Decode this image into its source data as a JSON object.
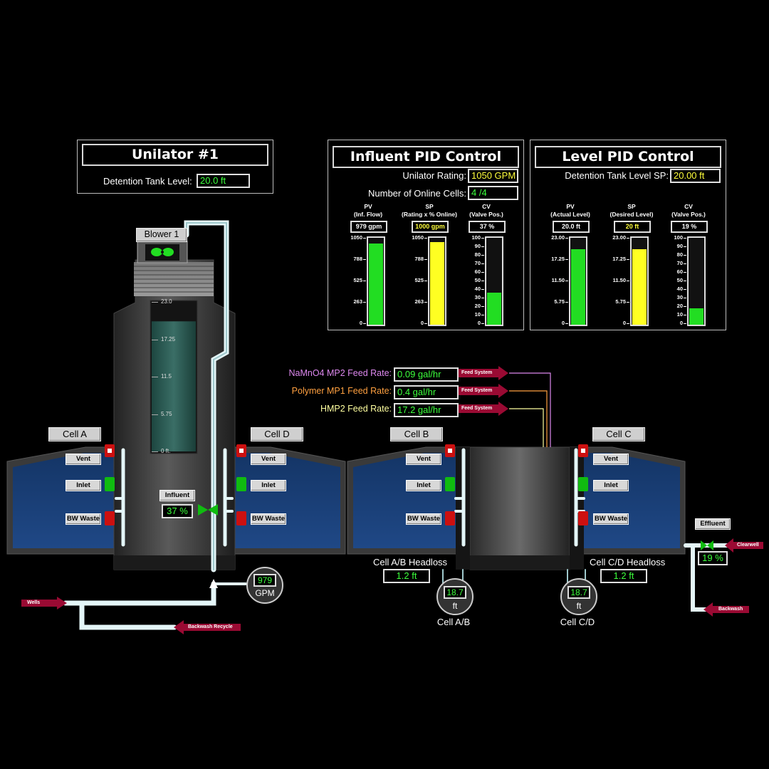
{
  "unilator": {
    "title": "Unilator #1",
    "detention_label": "Detention Tank Level:",
    "detention_value": "20.0 ft"
  },
  "influent_pid": {
    "title": "Influent PID Control",
    "rating_label": "Unilator Rating:",
    "rating_value": "1050 GPM",
    "cells_label": "Number of Online Cells:",
    "cells_value": "4 /4",
    "bars": [
      {
        "h1": "PV",
        "h2": "(Inf. Flow)",
        "value": "979 gpm",
        "ticks": [
          "1050",
          "788",
          "525",
          "263",
          "0"
        ],
        "fill": 0.932,
        "color": "#22dd22"
      },
      {
        "h1": "SP",
        "h2": "(Rating x % Online)",
        "value": "1000 gpm",
        "ticks": [
          "1050",
          "788",
          "525",
          "263",
          "0"
        ],
        "fill": 0.952,
        "color": "#ffff22"
      },
      {
        "h1": "CV",
        "h2": "(Valve Pos.)",
        "value": "37 %",
        "ticks": [
          "100",
          "90",
          "80",
          "70",
          "60",
          "50",
          "40",
          "30",
          "20",
          "10",
          "0"
        ],
        "fill": 0.37,
        "color": "#22dd22"
      }
    ]
  },
  "level_pid": {
    "title": "Level PID Control",
    "sp_label": "Detention Tank Level SP:",
    "sp_value": "20.00 ft",
    "bars": [
      {
        "h1": "PV",
        "h2": "(Actual Level)",
        "value": "20.0 ft",
        "ticks": [
          "23.00",
          "17.25",
          "11.50",
          "5.75",
          "0"
        ],
        "fill": 0.87,
        "color": "#22dd22"
      },
      {
        "h1": "SP",
        "h2": "(Desired Level)",
        "value": "20 ft",
        "ticks": [
          "23.00",
          "17.25",
          "11.50",
          "5.75",
          "0"
        ],
        "fill": 0.87,
        "color": "#ffff22"
      },
      {
        "h1": "CV",
        "h2": "(Valve Pos.)",
        "value": "19 %",
        "ticks": [
          "100",
          "90",
          "80",
          "70",
          "60",
          "50",
          "40",
          "30",
          "20",
          "10",
          "0"
        ],
        "fill": 0.19,
        "color": "#22dd22"
      }
    ]
  },
  "blower": {
    "label": "Blower 1"
  },
  "tank_ticks": [
    "23.0",
    "17.25",
    "11.5",
    "5.75",
    "0 ft."
  ],
  "tank_level_fraction": 0.87,
  "feeds": [
    {
      "label": "NaMnO4 MP2 Feed Rate:",
      "value": "0.09 gal/hr",
      "tag": "Feed System",
      "color": "#dd88ee"
    },
    {
      "label": "Polymer MP1 Feed Rate:",
      "value": "0.4 gal/hr",
      "tag": "Feed System",
      "color": "#ffa040"
    },
    {
      "label": "HMP2 Feed Rate:",
      "value": "17.2 gal/hr",
      "tag": "Feed System",
      "color": "#ffffa0"
    }
  ],
  "cells": {
    "a": "Cell A",
    "b": "Cell B",
    "c": "Cell C",
    "d": "Cell D"
  },
  "valves": {
    "vent": "Vent",
    "inlet": "Inlet",
    "bw_waste": "BW Waste"
  },
  "influent": {
    "label": "Influent",
    "value": "37 %"
  },
  "flow": {
    "value": "979",
    "unit": "GPM"
  },
  "headloss": {
    "ab_label": "Cell A/B Headloss",
    "ab_value": "1.2 ft",
    "cd_label": "Cell C/D Headloss",
    "cd_value": "1.2 ft"
  },
  "level_gauges": [
    {
      "value": "18.7",
      "unit": "ft",
      "label": "Cell A/B"
    },
    {
      "value": "18.7",
      "unit": "ft",
      "label": "Cell C/D"
    }
  ],
  "effluent": {
    "label": "Effluent",
    "value": "19 %"
  },
  "tags": {
    "clearwell": "Clearwell",
    "backwash": "Backwash",
    "wells": "Wells",
    "backwash_recycle": "Backwash Recycle"
  },
  "colors": {
    "pipe": "#dff4f6",
    "water": "#1c3f78",
    "tank_water": "#2a5c55",
    "valve_red": "#cc1010",
    "valve_green": "#10bb10",
    "arrow": "#9a0a33"
  }
}
